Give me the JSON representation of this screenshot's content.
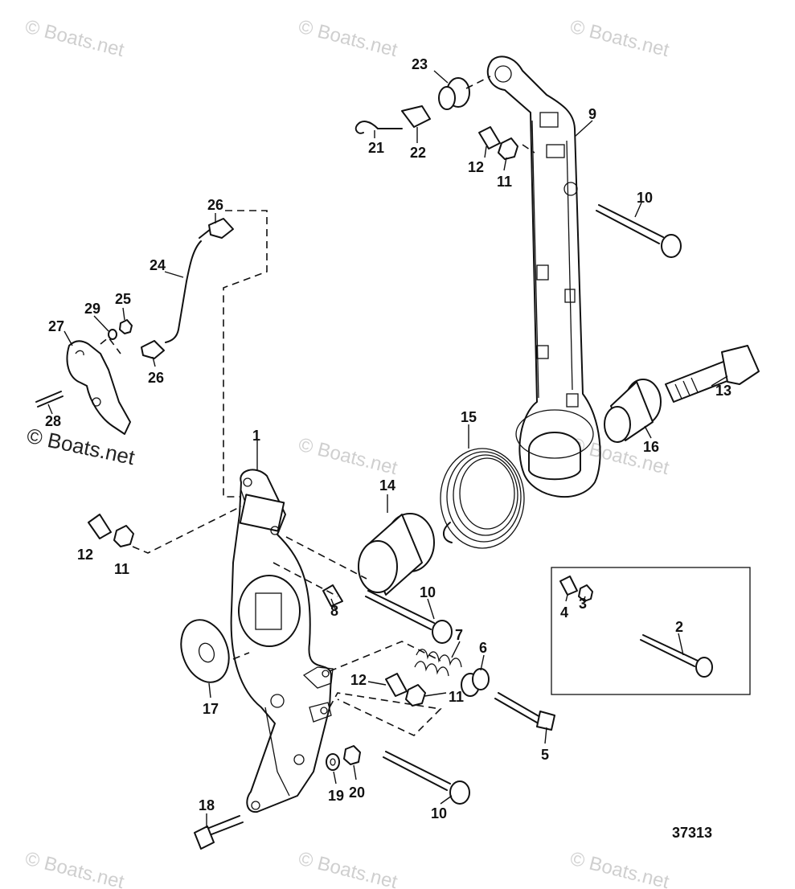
{
  "watermark": {
    "text": "© Boats.net"
  },
  "diagram_id": "37313",
  "callouts": [
    "1",
    "2",
    "3",
    "4",
    "5",
    "6",
    "7",
    "8",
    "9",
    "10",
    "10",
    "10",
    "11",
    "11",
    "11",
    "12",
    "12",
    "12",
    "13",
    "14",
    "15",
    "16",
    "17",
    "18",
    "19",
    "20",
    "21",
    "22",
    "23",
    "24",
    "25",
    "26",
    "26",
    "27",
    "28",
    "29"
  ]
}
